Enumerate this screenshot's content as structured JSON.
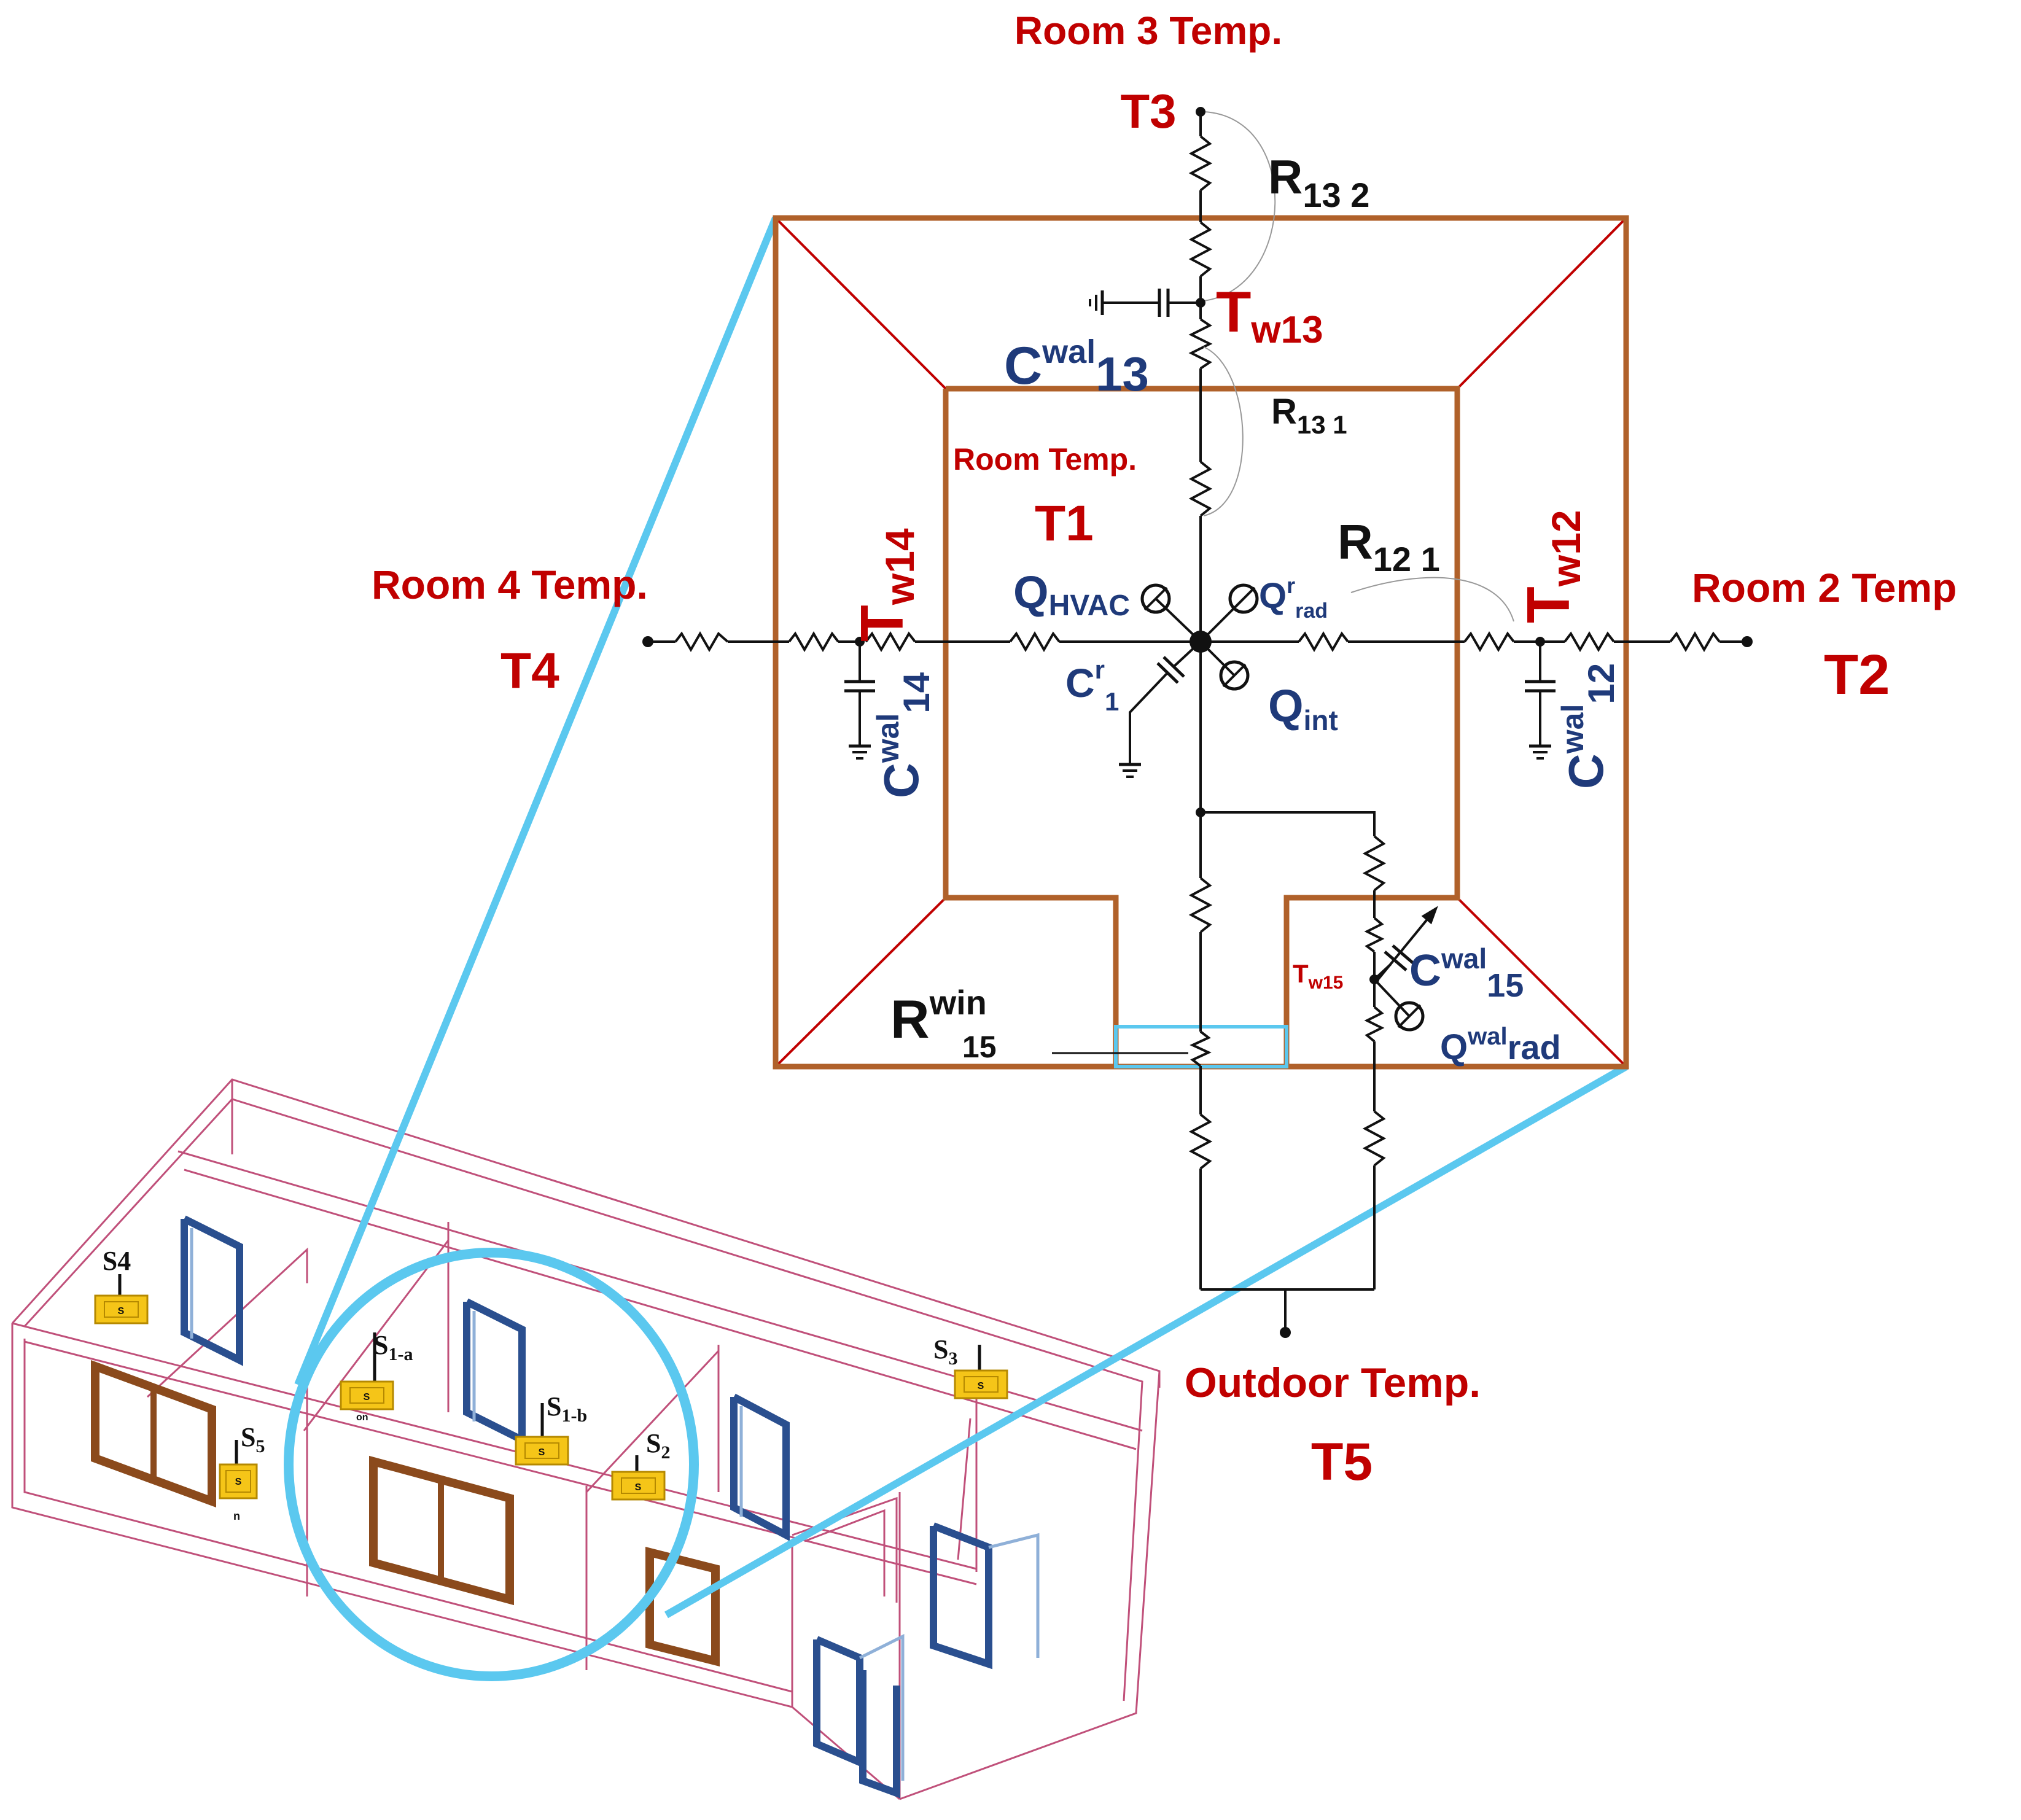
{
  "labels": {
    "room3_label": "Room 3 Temp.",
    "t3": "T3",
    "r13_2_main": "R",
    "r13_2_sub": "13 2",
    "tw13_main": "T",
    "tw13_sub": "w13",
    "cwal13_main": "C",
    "cwal13_sup": "wal",
    "cwal13_sub": "13",
    "r13_1_main": "R",
    "r13_1_sub": "13 1",
    "room_label": "Room Temp.",
    "t1": "T1",
    "r12_1_main": "R",
    "r12_1_sub": "12 1",
    "room4_label": "Room 4 Temp.",
    "t4": "T4",
    "tw14_main": "T",
    "tw14_sub": "w14",
    "cwal14_main": "C",
    "cwal14_sup": "wal",
    "cwal14_sub": "14",
    "qhvac_main": "Q",
    "qhvac_sub": "HVAC",
    "qrad_main": "Q",
    "qrad_sup": "r",
    "qrad_sub": "rad",
    "cr1_main": "C",
    "cr1_sup": "r",
    "cr1_sub": "1",
    "qint_main": "Q",
    "qint_sub": "int",
    "tw12_main": "T",
    "tw12_sub": "w12",
    "cwal12_main": "C",
    "cwal12_sup": "wal",
    "cwal12_sub": "12",
    "room2_label": "Room 2 Temp",
    "t2": "T2",
    "tw15_main": "T",
    "tw15_sub": "w15",
    "cwal15_main": "C",
    "cwal15_sup": "wal",
    "cwal15_sub": "15",
    "rwin_main": "R",
    "rwin_sup": "win",
    "rwin_sub": "15",
    "qwalrad_main": "Q",
    "qwalrad_sup": "wal",
    "qwalrad_sub": "rad",
    "outdoor_label": "Outdoor Temp.",
    "t5": "T5"
  },
  "sensors": {
    "s4_main": "S",
    "s4_sub": "4",
    "s1a_main": "S",
    "s1a_sub": "1-a",
    "s1b_main": "S",
    "s1b_sub": "1-b",
    "s2_main": "S",
    "s2_sub": "2",
    "s3_main": "S",
    "s3_sub": "3",
    "s5_main": "S",
    "s5_sub": "5",
    "box_letter": "S",
    "stray_n": "n",
    "stray_on": "on"
  },
  "colors": {
    "wall_brown": "#b0612a",
    "label_red": "#c00000",
    "label_navy": "#1f3a7a",
    "zoom_cyan": "#5bc8ef",
    "wireframe": "#c0507a",
    "door_blue": "#2a4f8f",
    "sensor_yellow": "#f5c518",
    "window_brown": "#8b4a1c"
  }
}
